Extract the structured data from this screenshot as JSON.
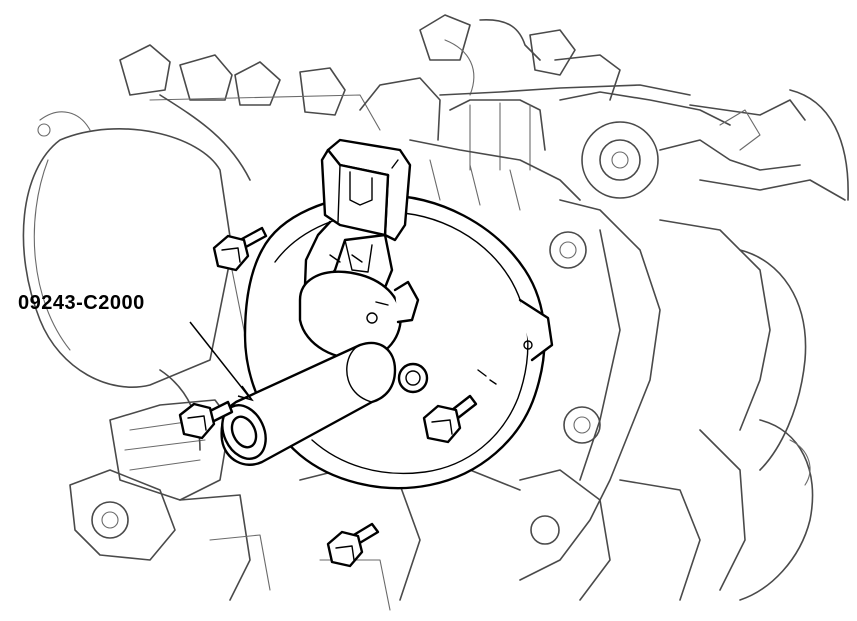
{
  "callout": {
    "part_number": "09243-C2000"
  },
  "components": {
    "engine": "engine-block",
    "housing": "sensor-housing",
    "sensor": "connector-sensor",
    "tool": "special-service-tool",
    "bolts": [
      "bolt",
      "bolt",
      "bolt",
      "bolt"
    ]
  },
  "colors": {
    "line": "#000000",
    "background_line": "#4a4a4a",
    "paper": "#ffffff"
  }
}
